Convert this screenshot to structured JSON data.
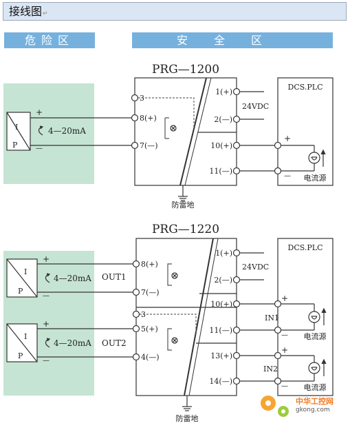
{
  "page": {
    "title": "接线图",
    "title_mark": "↵"
  },
  "zones": {
    "danger": "危险区",
    "safe": "安全区"
  },
  "diagram1": {
    "model": "PRG—1200",
    "transmitter": {
      "I": "I",
      "P": "P",
      "plus": "+",
      "minus": "—",
      "signal": "4—20mA"
    },
    "terminals": {
      "t3": "3",
      "t8": "8(+)",
      "t7": "7(—)",
      "t1": "1(+)",
      "t2": "2(—)",
      "t10": "10(+)",
      "t11": "11(—)"
    },
    "supply": "24VDC",
    "ground": "防雷地",
    "dcs": {
      "label": "DCS.PLC",
      "plus": "+",
      "minus": "—",
      "source": "电流源"
    }
  },
  "diagram2": {
    "model": "PRG—1220",
    "transmitter1": {
      "I": "I",
      "P": "P",
      "plus": "+",
      "minus": "—",
      "signal": "4—20mA",
      "out": "OUT1"
    },
    "transmitter2": {
      "I": "I",
      "P": "P",
      "plus": "+",
      "minus": "—",
      "signal": "4—20mA",
      "out": "OUT2"
    },
    "terminals": {
      "t8": "8(+)",
      "t7": "7(—)",
      "t3": "3",
      "t5": "5(+)",
      "t4": "4(—)",
      "t1": "1(+)",
      "t2": "2(—)",
      "t10": "10(+)",
      "t11": "11(—)",
      "t13": "13(+)",
      "t14": "14(—)"
    },
    "supply": "24VDC",
    "ground": "防雷地",
    "dcs": {
      "label": "DCS.PLC",
      "in1": "IN1",
      "in2": "IN2",
      "plus": "+",
      "minus": "—",
      "source1": "电流源",
      "source2": "电流源"
    }
  },
  "watermark": {
    "name": "中华工控网",
    "url": "gkong.com"
  },
  "colors": {
    "hazard_fill": "#c6e4d4",
    "zone_header": "#76b1de",
    "title_bg": "#dbe6f4",
    "line": "#333333"
  }
}
